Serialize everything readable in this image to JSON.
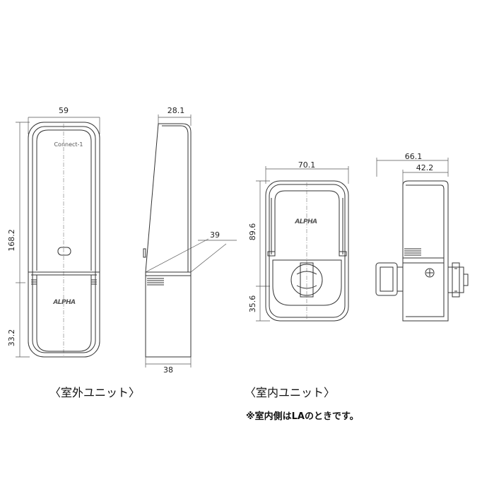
{
  "outdoor_unit": {
    "front": {
      "width_label": "59",
      "height_label": "168.2",
      "lower_label": "33.2",
      "brand_text": "Connect-1",
      "logo_text": "ALPHA"
    },
    "side": {
      "top_depth_label": "28.1",
      "bottom_depth_label": "38",
      "angle_label": "39"
    },
    "caption": "〈室外ユニット〉"
  },
  "indoor_unit": {
    "front": {
      "width_label": "70.1",
      "upper_height_label": "89.6",
      "lower_height_label": "35.6",
      "logo_text": "ALPHA"
    },
    "side": {
      "total_depth_label": "66.1",
      "body_depth_label": "42.2"
    },
    "caption": "〈室内ユニット〉",
    "note": "※室内側はLAのときです。"
  }
}
